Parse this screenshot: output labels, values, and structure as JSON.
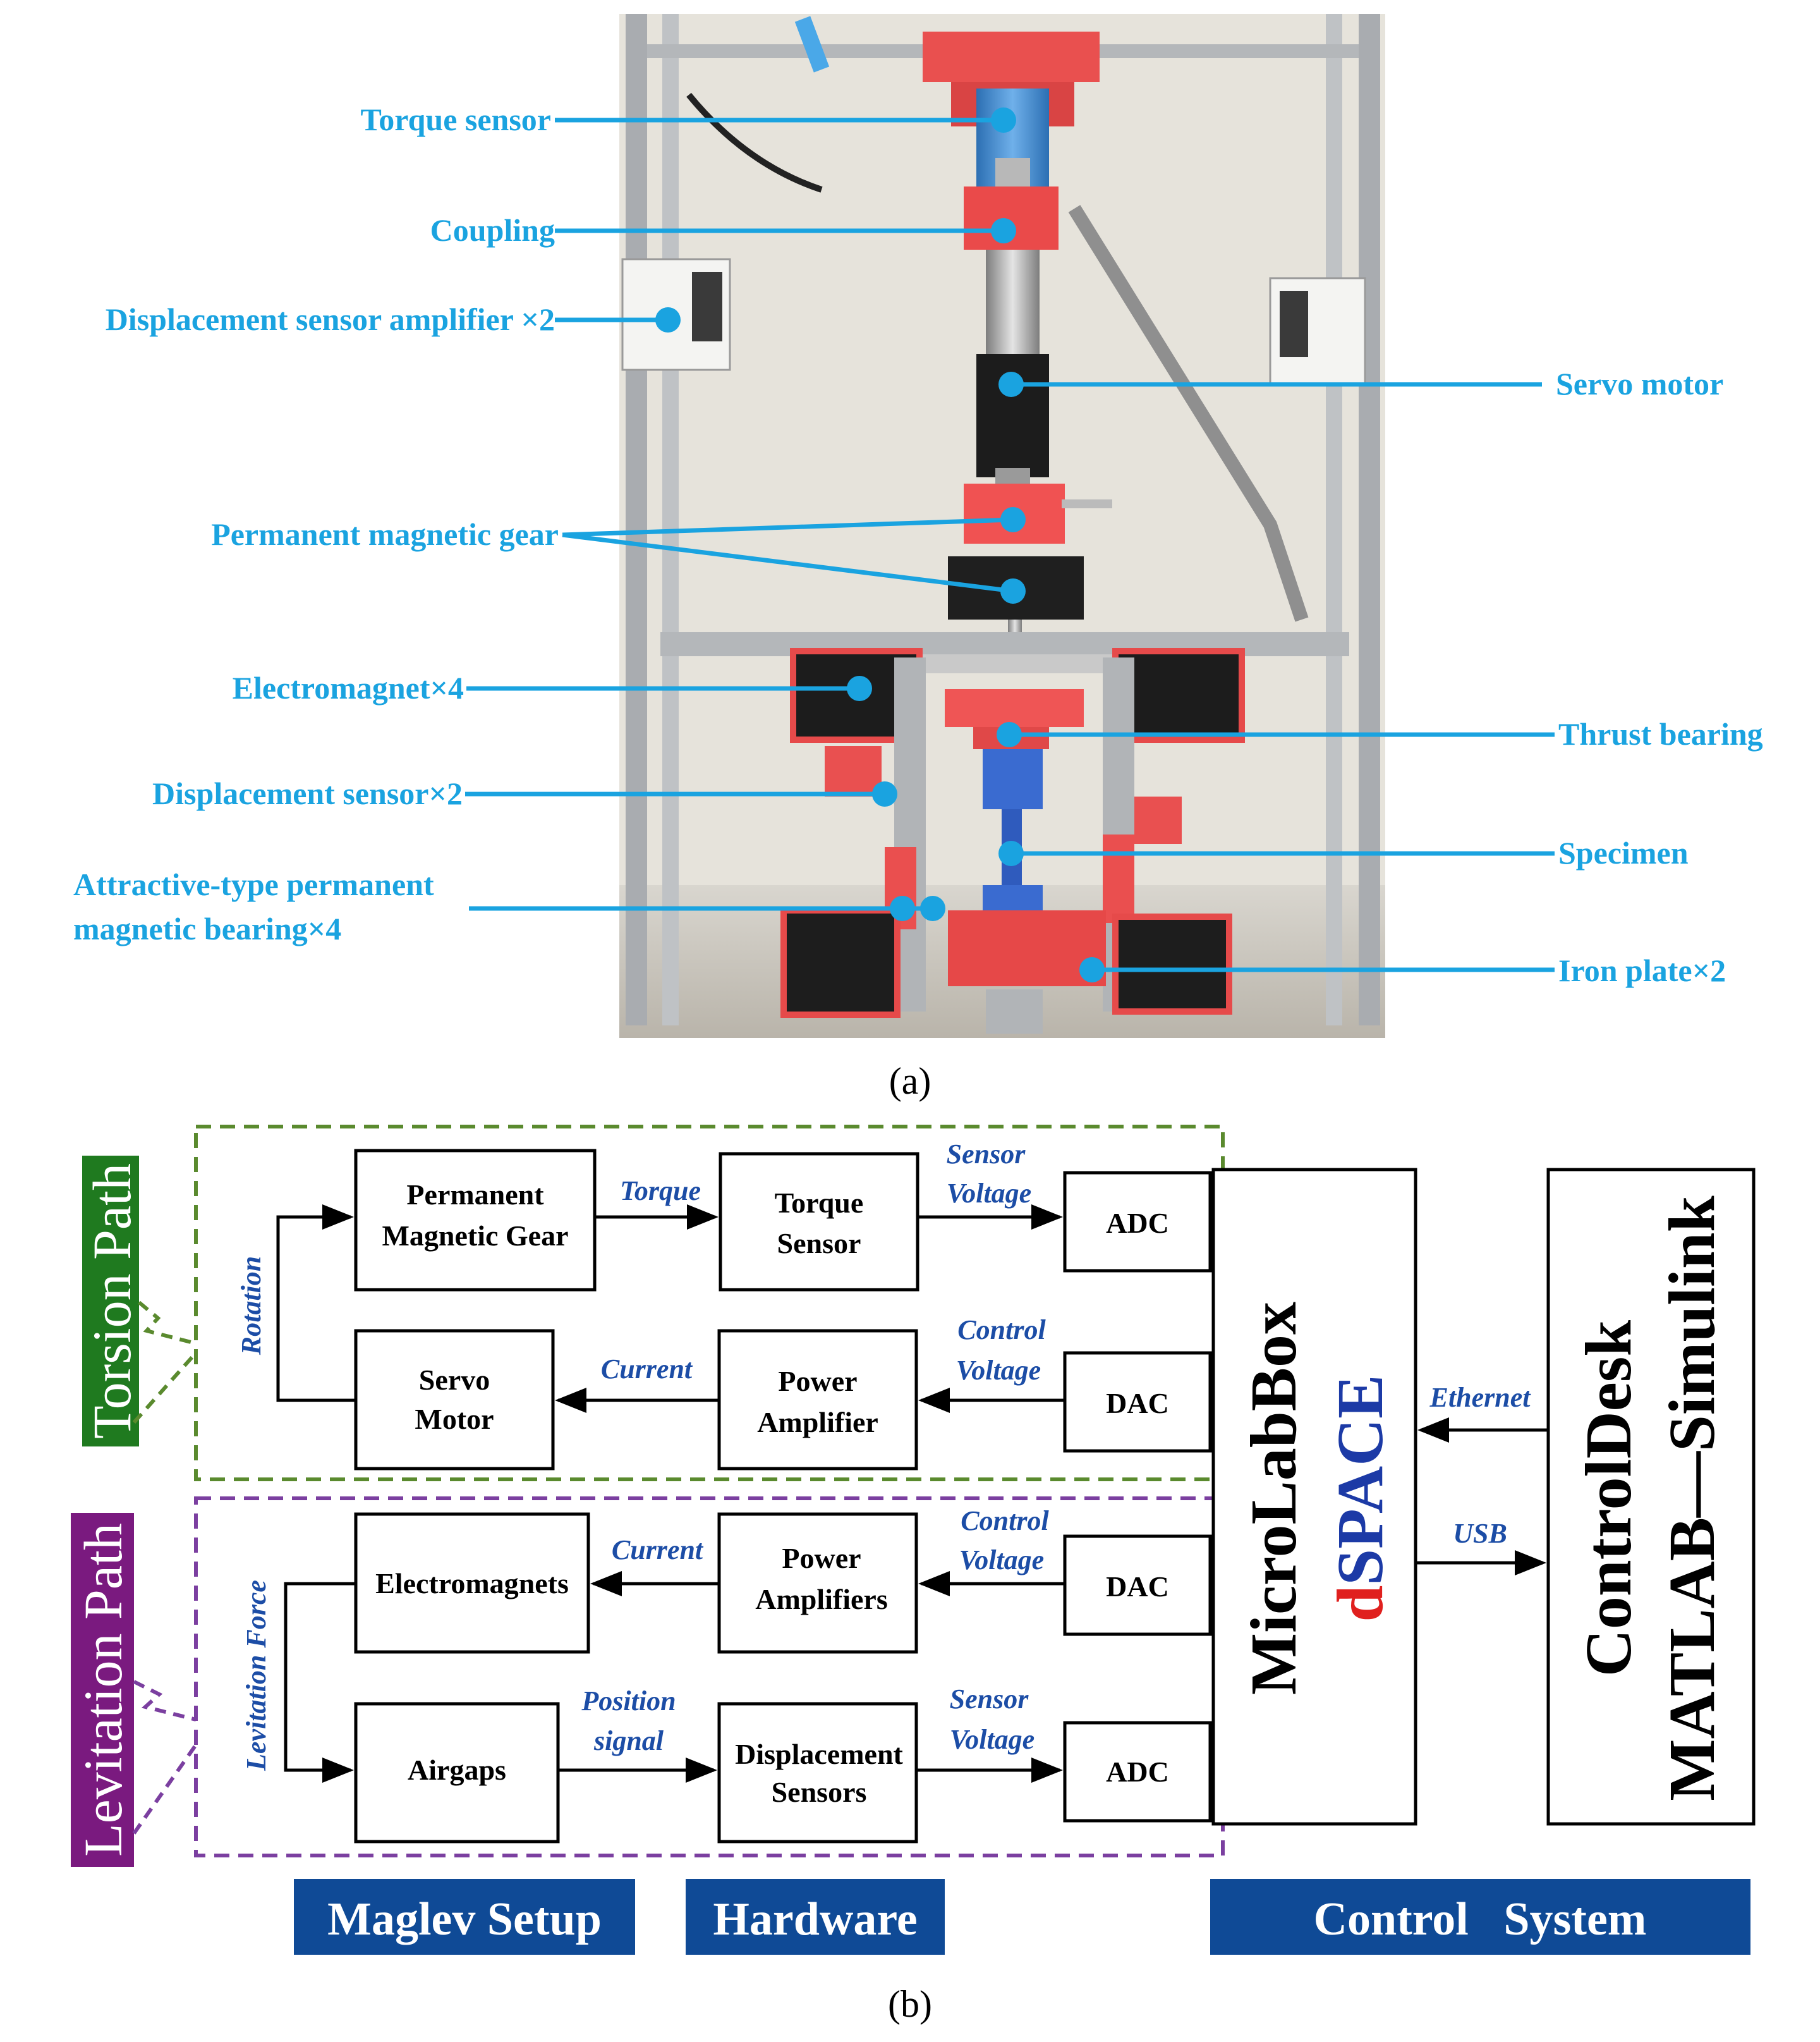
{
  "figure": {
    "panel_a": {
      "caption": "(a)",
      "callouts_left": [
        {
          "id": "torque-sensor",
          "label": "Torque sensor"
        },
        {
          "id": "coupling",
          "label": "Coupling"
        },
        {
          "id": "displacement-amplifier",
          "label": "Displacement sensor amplifier ×2"
        },
        {
          "id": "permanent-magnetic-gear",
          "label": "Permanent magnetic gear"
        },
        {
          "id": "electromagnet",
          "label": "Electromagnet×4"
        },
        {
          "id": "displacement-sensor",
          "label": "Displacement sensor×2"
        },
        {
          "id": "magnetic-bearing",
          "label_line1": "Attractive-type permanent",
          "label_line2": "magnetic bearing×4"
        }
      ],
      "callouts_right": [
        {
          "id": "servo-motor",
          "label": "Servo motor"
        },
        {
          "id": "thrust-bearing",
          "label": "Thrust bearing"
        },
        {
          "id": "specimen",
          "label": "Specimen"
        },
        {
          "id": "iron-plate",
          "label": "Iron plate×2"
        }
      ]
    },
    "panel_b": {
      "caption": "(b)",
      "paths": {
        "torsion": "Torsion Path",
        "levitation": "Levitation Path"
      },
      "blocks": {
        "pmg": [
          "Permanent",
          "Magnetic Gear"
        ],
        "torque_sensor": [
          "Torque",
          "Sensor"
        ],
        "adc": "ADC",
        "dac": "DAC",
        "servo_motor": [
          "Servo",
          "Motor"
        ],
        "power_amplifier": [
          "Power",
          "Amplifier"
        ],
        "electromagnets": "Electromagnets",
        "power_amplifiers": [
          "Power",
          "Amplifiers"
        ],
        "airgaps": "Airgaps",
        "displacement_sensors": [
          "Displacement",
          "Sensors"
        ]
      },
      "signals": {
        "torque": "Torque",
        "sensor_voltage": [
          "Sensor",
          "Voltage"
        ],
        "rotation": "Rotation",
        "current": "Current",
        "control_voltage": [
          "Control",
          "Voltage"
        ],
        "levitation_force": "Levitation Force",
        "position_signal": [
          "Position",
          "signal"
        ],
        "ethernet": "Ethernet",
        "usb": "USB"
      },
      "microlabbox": {
        "line1": "MicroLabBox",
        "line2": "dSPACE"
      },
      "pc": {
        "line1": "ControlDesk",
        "line2": "MATLAB—Simulink"
      },
      "bands": {
        "maglev": "Maglev Setup",
        "hardware": "Hardware",
        "control": "Control   System"
      }
    },
    "colors": {
      "callout": "#1aa3e0",
      "signal_text": "#1c4da6",
      "torsion_dash": "#5a8a2e",
      "levitation_dash": "#7b3fa0",
      "torsion_label_bg": "#1f7a1f",
      "levitation_label_bg": "#7a1a7f",
      "band_bg": "#0f4a96",
      "dspace_red": "#e0201e",
      "dspace_blue": "#1c3aa6"
    }
  }
}
